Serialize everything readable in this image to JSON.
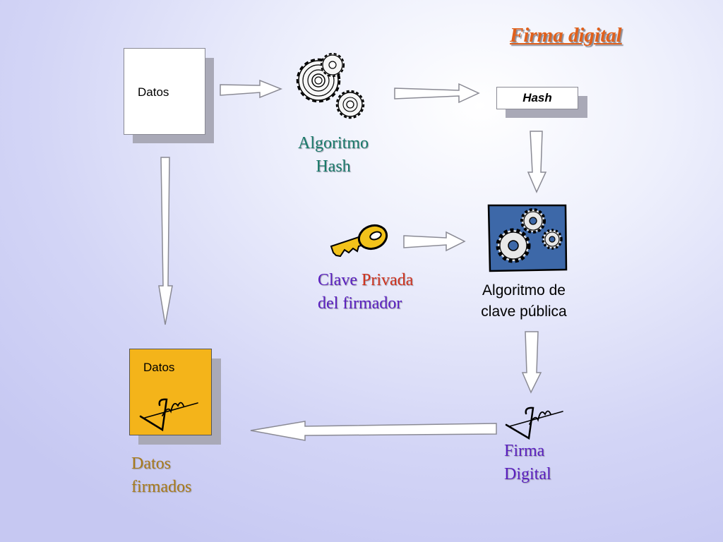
{
  "title": "Firma digital",
  "datos_doc": {
    "label": "Datos"
  },
  "hash_algo": {
    "line1": "Algoritmo",
    "line2": "Hash"
  },
  "hash_box": {
    "label": "Hash"
  },
  "clave": {
    "word1": "Clave",
    "word2": "Privada",
    "line2": "del firmador"
  },
  "pk_algo": {
    "line1": "Algoritmo de",
    "line2": "clave pública"
  },
  "signed_doc": {
    "label": "Datos"
  },
  "firma": {
    "line1": "Firma",
    "line2": "Digital"
  },
  "datos_firmados": {
    "line1": "Datos",
    "line2": "firmados"
  },
  "colors": {
    "title": "#e0601c",
    "hash_label": "#1a7a6a",
    "purple_label": "#5a1fc0",
    "privada": "#d0341f",
    "firmados": "#a87a1c",
    "signed_doc_fill": "#f4b41a",
    "gear_panel": "#3d68a8"
  }
}
